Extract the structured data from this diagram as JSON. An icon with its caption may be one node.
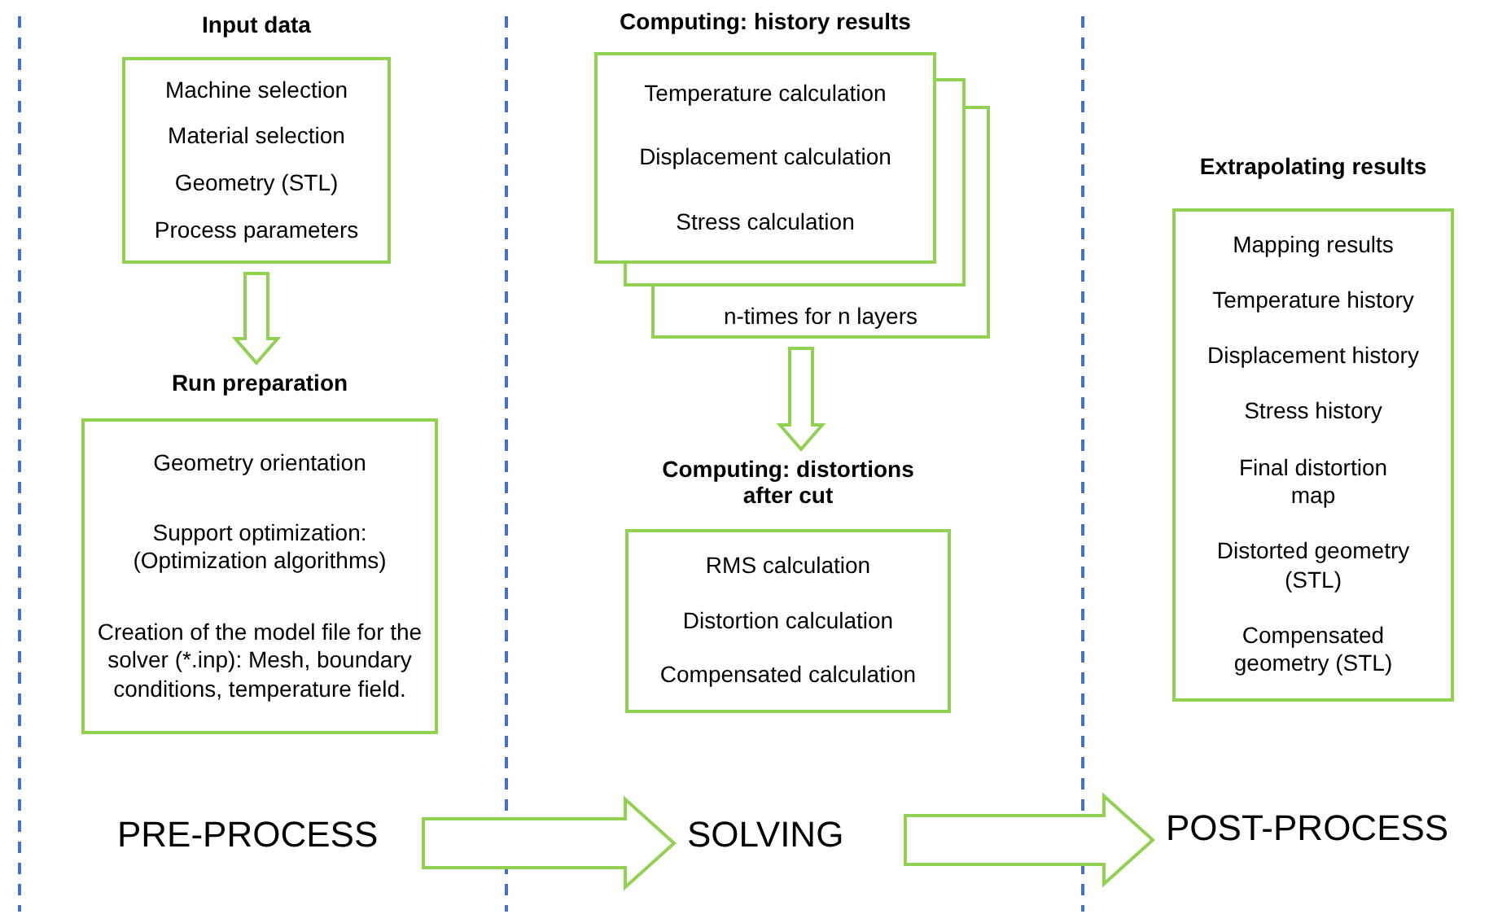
{
  "diagram": {
    "nodes": [
      {
        "text": [
          "Input data",
          "Machine selection",
          "Material selection",
          "Geometry (STL)",
          "Process parameters"
        ]
      },
      {
        "text": [
          "Run preparation",
          "Geometry orientation",
          "Support optimization: (Optimization algorithms)",
          "Creation of the model file for the solver (*.inp): Mesh, boundary conditions, temperature field."
        ]
      },
      {
        "text": [
          "Computing: history results",
          "Temperature calculation",
          "Displacement calculation",
          "Stress calculation"
        ]
      },
      {
        "text": [
          "n-times for n layers"
        ]
      },
      {
        "text": [
          "Computing: distortions after cut",
          "RMS calculation",
          "Distortion calculation",
          "Compensated calculation"
        ]
      },
      {
        "text": [
          "Extrapolating results",
          "Mapping results",
          "Temperature history",
          "Displacement history",
          "Stress history",
          "Final distortion map",
          "Distorted geometry (STL)",
          "Compensated geometry (STL)"
        ]
      },
      {
        "text": [
          "PRE-PROCESS"
        ]
      },
      {
        "text": [
          "SOLVING"
        ]
      },
      {
        "text": [
          "POST-PROCESS"
        ]
      }
    ],
    "edges": [
      {
        "from": 0,
        "to": 1,
        "arrow": "to"
      },
      {
        "from": 3,
        "to": 4,
        "arrow": "to"
      },
      {
        "from": 6,
        "to": 7,
        "arrow": "to"
      },
      {
        "from": 7,
        "to": 8,
        "arrow": "to"
      }
    ]
  }
}
